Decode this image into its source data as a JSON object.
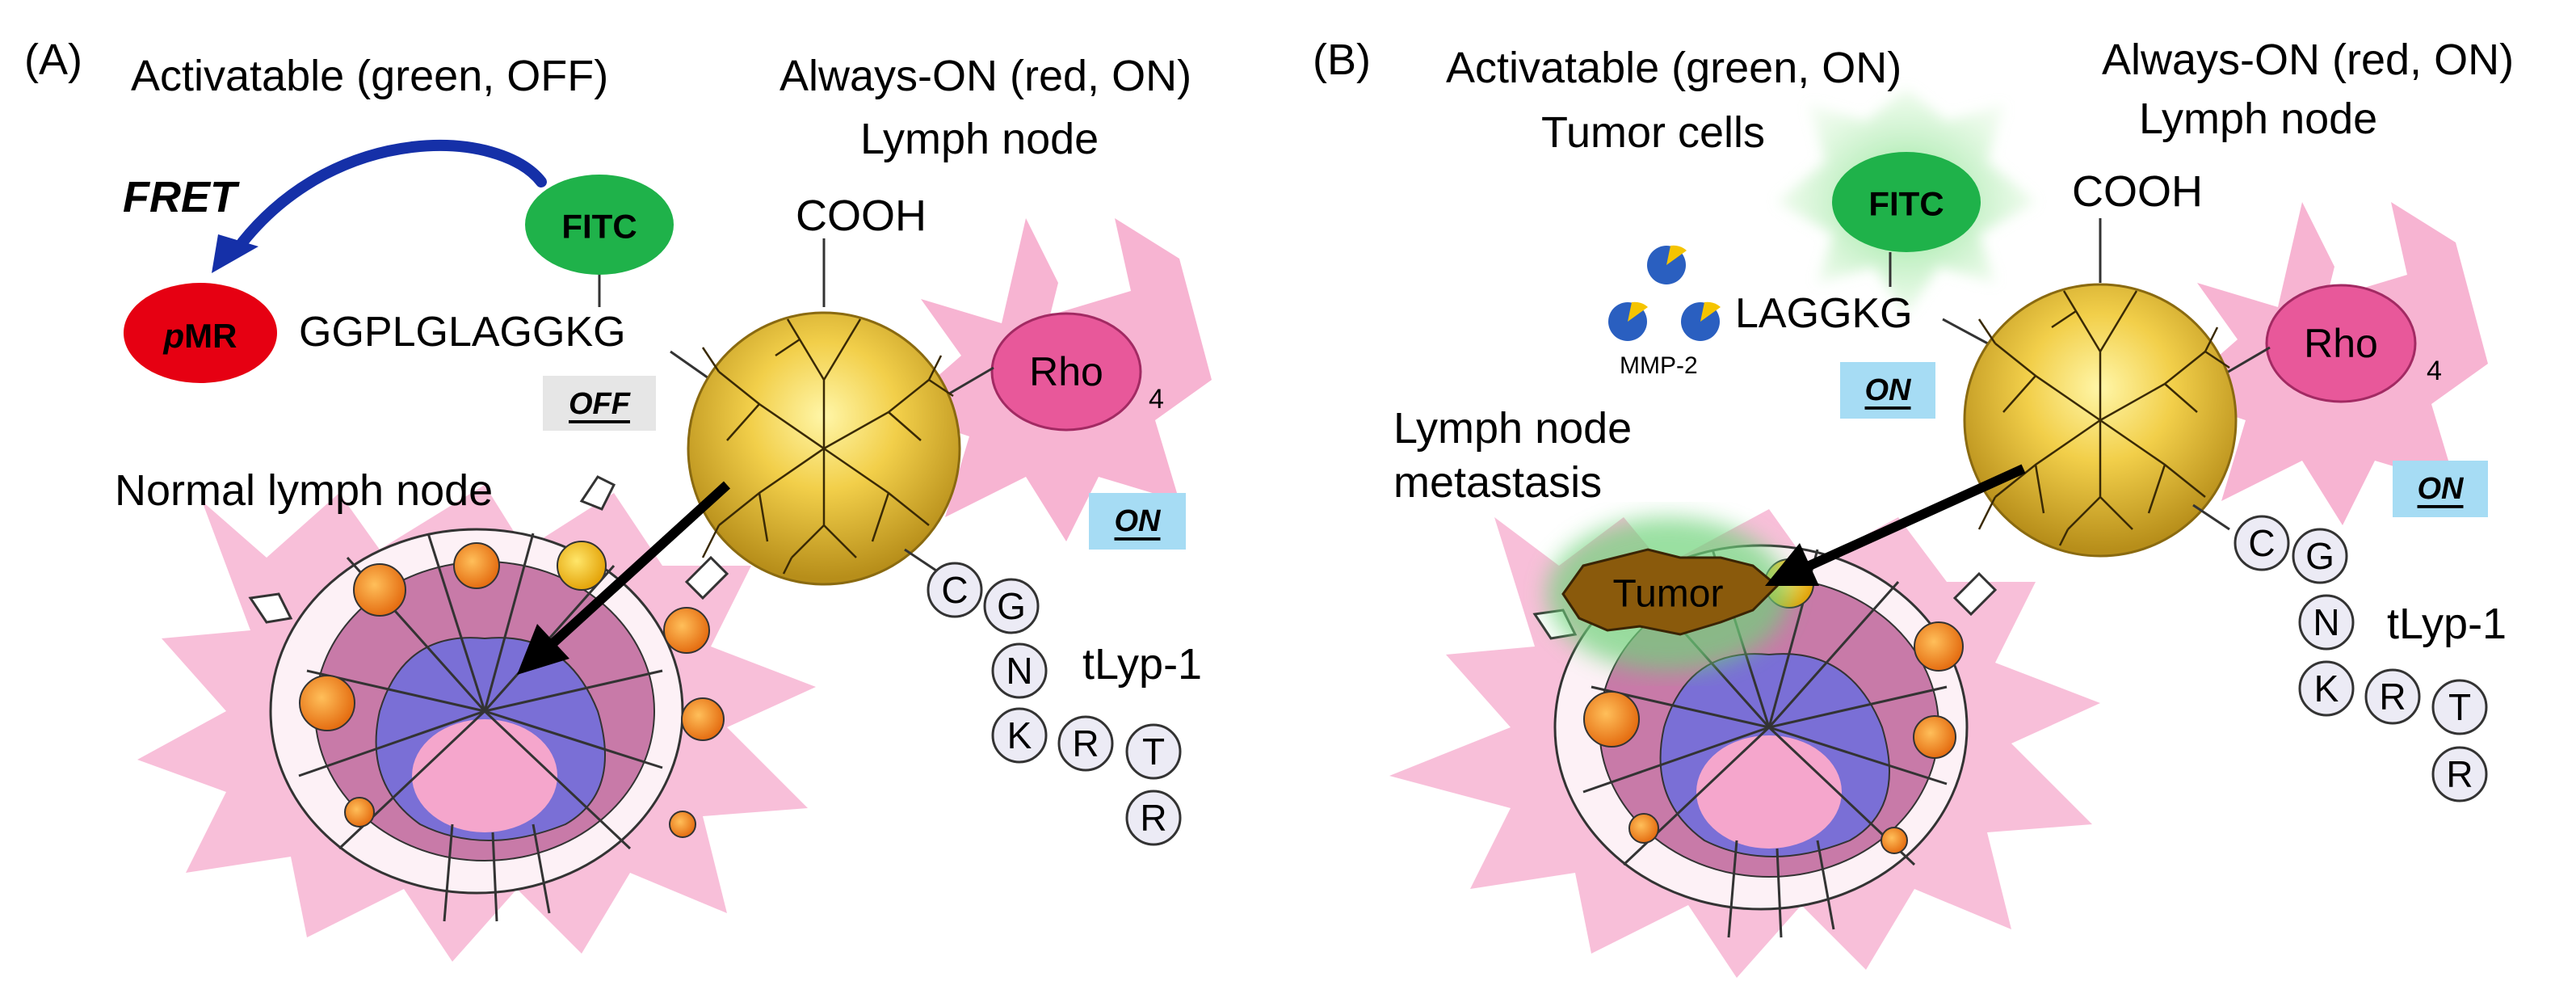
{
  "panel_a": {
    "label": "(A)",
    "title_activatable": "Activatable (green, OFF)",
    "title_always_on": "Always-ON (red, ON)",
    "lymph_node": "Lymph node",
    "fret": "FRET",
    "fitc": "FITC",
    "pmr_prefix": "p",
    "pmr_suffix": "MR",
    "peptide": "GGPLGLAGGKG",
    "cooh": "COOH",
    "rho": "Rho",
    "rho_subscript": "4",
    "off_badge": "OFF",
    "on_badge": "ON",
    "normal_lymph_node": "Normal lymph node",
    "tlyp": "tLyp-1",
    "tlyp_residues": [
      "C",
      "G",
      "N",
      "K",
      "R",
      "T",
      "R"
    ]
  },
  "panel_b": {
    "label": "(B)",
    "title_activatable": "Activatable (green, ON)",
    "title_always_on": "Always-ON (red, ON)",
    "tumor_cells": "Tumor cells",
    "lymph_node": "Lymph node",
    "fitc": "FITC",
    "peptide": "LAGGKG",
    "cooh": "COOH",
    "rho": "Rho",
    "rho_subscript": "4",
    "mmp": "MMP-2",
    "on_badge_peptide": "ON",
    "on_badge_rho": "ON",
    "metastasis_line1": "Lymph node",
    "metastasis_line2": "metastasis",
    "tumor": "Tumor",
    "tlyp": "tLyp-1",
    "tlyp_residues": [
      "C",
      "G",
      "N",
      "K",
      "R",
      "T",
      "R"
    ]
  },
  "colors": {
    "fitc_green": "#1fb24a",
    "pmr_red": "#e60012",
    "rho_pink": "#e8589a",
    "star_pink": "#f7b4d2",
    "dendrimer_gold": "#e8bb2c",
    "fret_arrow_blue": "#1530a8",
    "on_badge_blue": "#a6dcf4",
    "off_badge_gray": "#e6e6e6",
    "node_medulla": "#7a6fd6",
    "node_cortex": "#c87aa8",
    "follicle_orange": "#f08a28",
    "tumor_brown": "#8a5a0c"
  }
}
